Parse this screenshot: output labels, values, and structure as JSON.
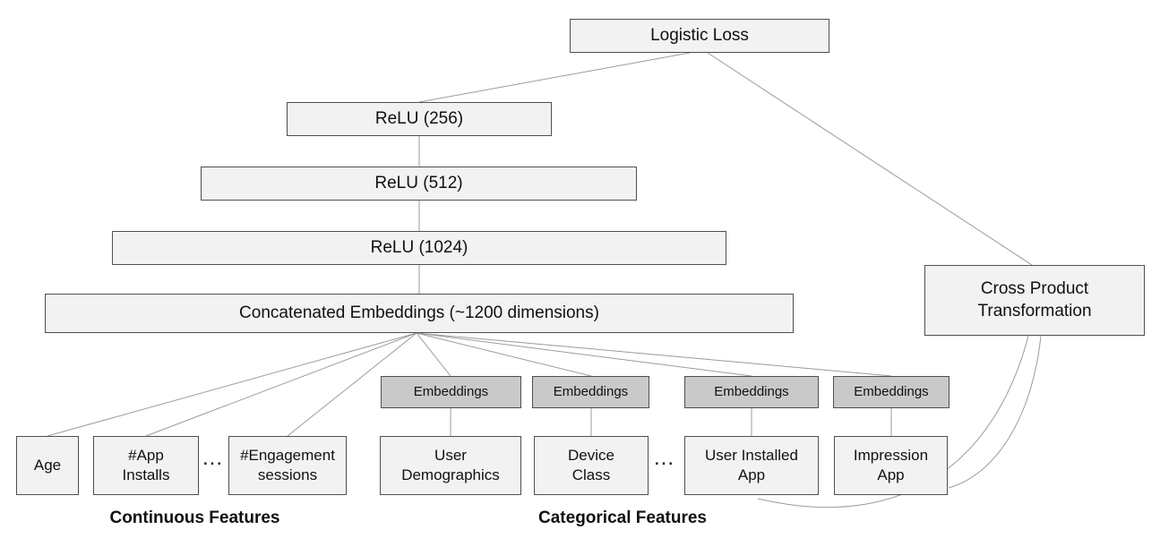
{
  "diagram": {
    "deep": {
      "logistic_loss": "Logistic Loss",
      "relu_256": "ReLU (256)",
      "relu_512": "ReLU (512)",
      "relu_1024": "ReLU (1024)",
      "concat": "Concatenated Embeddings (~1200 dimensions)"
    },
    "wide": {
      "cross_product": "Cross Product Transformation"
    },
    "embedding_label": "Embeddings",
    "features": {
      "age": "Age",
      "app_installs": "#App Installs",
      "engagement_sessions": "#Engagement sessions",
      "user_demographics": "User Demographics",
      "device_class": "Device Class",
      "user_installed_app": "User Installed App",
      "impression_app": "Impression App"
    },
    "ellipsis": "...",
    "group_labels": {
      "continuous": "Continuous Features",
      "categorical": "Categorical Features"
    },
    "colors": {
      "node_fill": "#f2f2f2",
      "embedding_fill": "#c9c9c9",
      "border": "#4f4f4f",
      "edge": "#9b9b9b"
    }
  }
}
